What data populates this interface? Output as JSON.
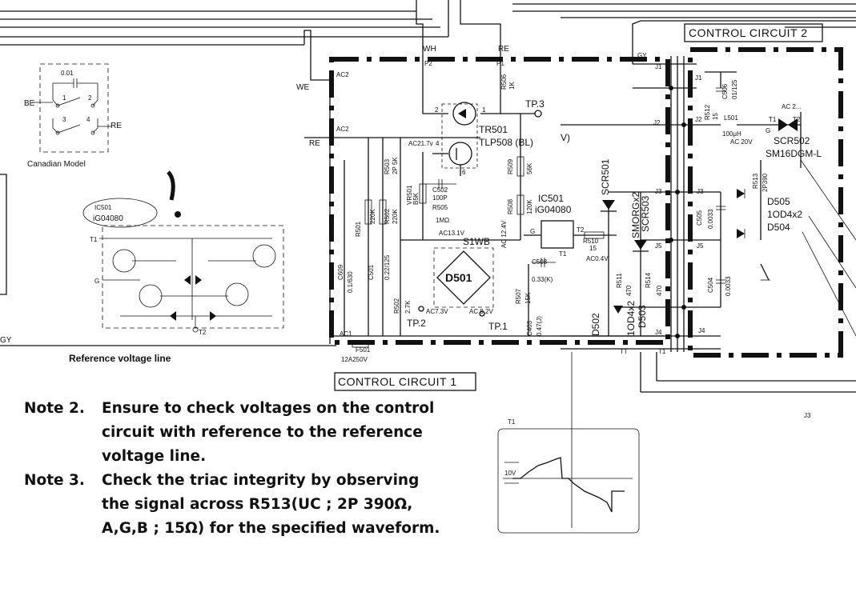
{
  "boxes": {
    "control_circuit_1": "CONTROL CIRCUIT 1",
    "control_circuit_2": "CONTROL CIRCUIT 2"
  },
  "inset_canadian": {
    "cap": "0.01",
    "pins": [
      "1",
      "2",
      "3",
      "4"
    ],
    "be": "BE",
    "re": "RE",
    "caption": "Canadian Model"
  },
  "inset_ic": {
    "label_line1": "IC501",
    "label_line2": "iG04080",
    "t1": "T1",
    "g": "G",
    "t2": "T2",
    "gy": "GY",
    "ref_line": "Reference voltage line"
  },
  "cc1": {
    "wh": "WH",
    "re_top": "RE",
    "p2": "P2",
    "p1": "P1",
    "we": "WE",
    "re_left": "RE",
    "ac2_top": "AC2",
    "ac2": "AC2",
    "r506": "R506",
    "r506_val": "1K",
    "tp3": "TP.3",
    "tr501": "TR501",
    "tlp": "TLP508 (BL)",
    "v": "V)",
    "pin2": "2",
    "pin1": "1",
    "pin4": "4",
    "pin6": "6",
    "ac21": "AC21.7v",
    "r503": "R503",
    "r503_val": "2P 5K",
    "c502": "C502",
    "c502_val": "100P",
    "vr501": "VR501",
    "vr501_val": "B5K",
    "r505": "R505",
    "r505_val": "1MΩ",
    "r509": "R509",
    "r509_val": "56K",
    "r508": "R508",
    "r508_val": "120K",
    "ic501": "IC501",
    "ic501_part": "iG04080",
    "g": "G",
    "t2": "T2",
    "t1": "T1",
    "r510": "R510",
    "r510_val": "15",
    "ac_small": "AC0.4V",
    "s1wb": "S1WB",
    "ac13": "AC13.1V",
    "d501": "D501",
    "c508": "C508",
    "c508_val": "0.33(K)",
    "r507": "R507",
    "r507_val": "15K",
    "ac_12": "AC 12.4V",
    "r501": "R501",
    "r501_val": "220K",
    "r502_top": "R502",
    "r502_top_val": "220K",
    "c501": "C501",
    "c501_val": "0.22/125",
    "c609": "C609",
    "c609_val": "0.1/630",
    "r502": "R502",
    "r502_val": "2.7K",
    "ac73": "AC7.3V",
    "ac92": "AC 9.2V",
    "tp2": "TP.2",
    "tp1": "TP.1",
    "c403": "C403",
    "c403_val": "0.47(J)",
    "r511": "R511",
    "r511_val": "470",
    "r514": "R514",
    "r514_val": "470",
    "d502": "D502",
    "d503": "D503",
    "d503_part": "1OD4x2",
    "scr501": "SCR501",
    "scr503": "SCR503",
    "smorg": "SMORGx2",
    "ac1": "AC1",
    "f501": "F501",
    "f501_val": "12A250V",
    "gy": "GY",
    "j1": "J1",
    "j2": "J2",
    "j3": "J3",
    "j4": "J4",
    "j5": "J5",
    "tt": "TT",
    "t1_bottom": "T1"
  },
  "cc2": {
    "j1": "J1",
    "j2": "J2",
    "j3": "J3",
    "j4": "J4",
    "j5": "J5",
    "c506": "C506",
    "c506_val": "01/125",
    "r512": "R512",
    "r512_val": "15",
    "l501": "L501",
    "l501_val": "100μH",
    "ac20": "AC 20V",
    "scr502": "SCR502",
    "scr502_part": "SM16DGM-L",
    "t1": "T1",
    "t2": "T2",
    "g": "G",
    "r513": "R513",
    "r513_val": "2P390",
    "d505": "D505",
    "d_part": "1OD4x2",
    "d504": "D504",
    "c505": "C505",
    "c505_val": "0.0033",
    "c504": "C504",
    "c504_val": "0.0033",
    "j3_right": "J3"
  },
  "waveform": {
    "t1": "T1",
    "v": "10V"
  },
  "notes": [
    {
      "head": "Note 2.",
      "lines": [
        "Ensure to check voltages on the control",
        "circuit  with reference to the reference",
        "voltage line."
      ]
    },
    {
      "head": "Note 3.",
      "lines": [
        "Check the triac integrity by observing",
        "the signal across R513(UC ; 2P 390Ω,",
        "A,G,B ; 15Ω) for the specified waveform."
      ]
    }
  ]
}
